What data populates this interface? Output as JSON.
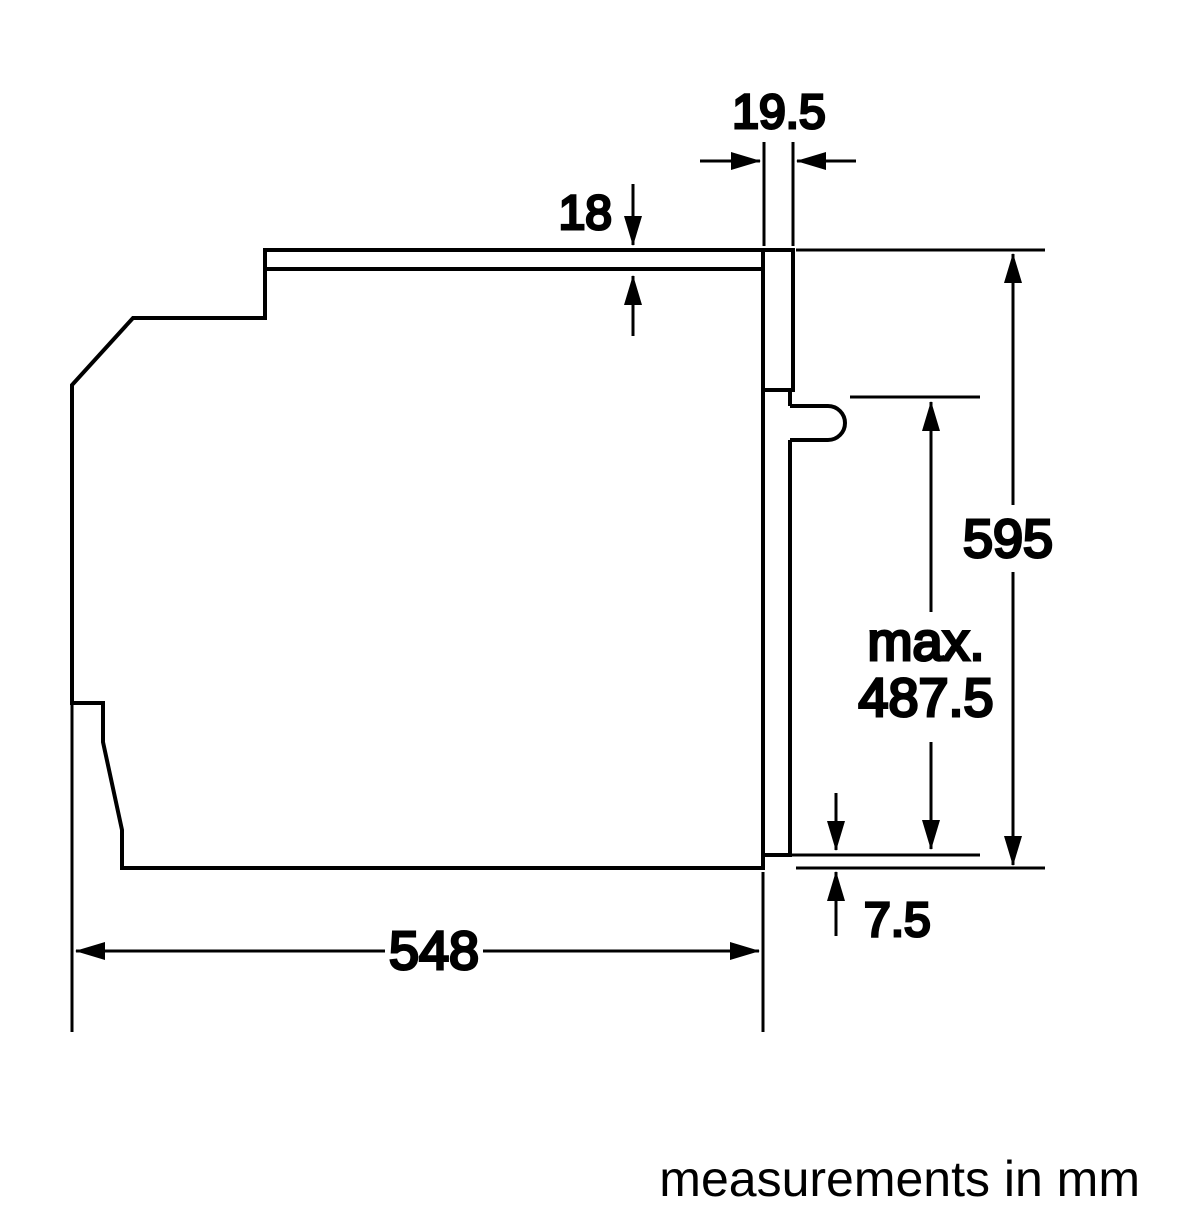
{
  "diagram": {
    "type": "appliance-installation-drawing",
    "subject": "built-in oven side profile",
    "footnote": "measurements in mm",
    "colors": {
      "line": "#000000",
      "background": "#ffffff"
    },
    "dimensions": {
      "front_trim_depth": "19.5",
      "top_trim_height": "18",
      "appliance_height": "595",
      "door_max_prefix": "max.",
      "door_max_opening": "487.5",
      "bottom_door_clearance": "7.5",
      "appliance_depth": "548"
    }
  }
}
